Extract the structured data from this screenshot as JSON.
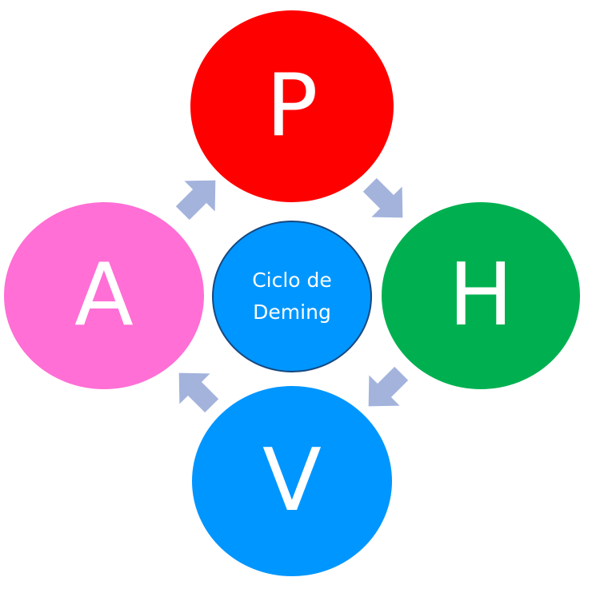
{
  "diagram": {
    "center": {
      "line1": "Ciclo de",
      "line2": "Deming"
    },
    "nodes": [
      {
        "id": "p",
        "letter": "P",
        "color": "#ff0000"
      },
      {
        "id": "h",
        "letter": "H",
        "color": "#00b050"
      },
      {
        "id": "v",
        "letter": "V",
        "color": "#0096ff"
      },
      {
        "id": "a",
        "letter": "A",
        "color": "#ff6fd5"
      }
    ],
    "center_color": "#0096ff",
    "arrow_color": "#a3b3dc",
    "cycle_direction": "clockwise"
  }
}
